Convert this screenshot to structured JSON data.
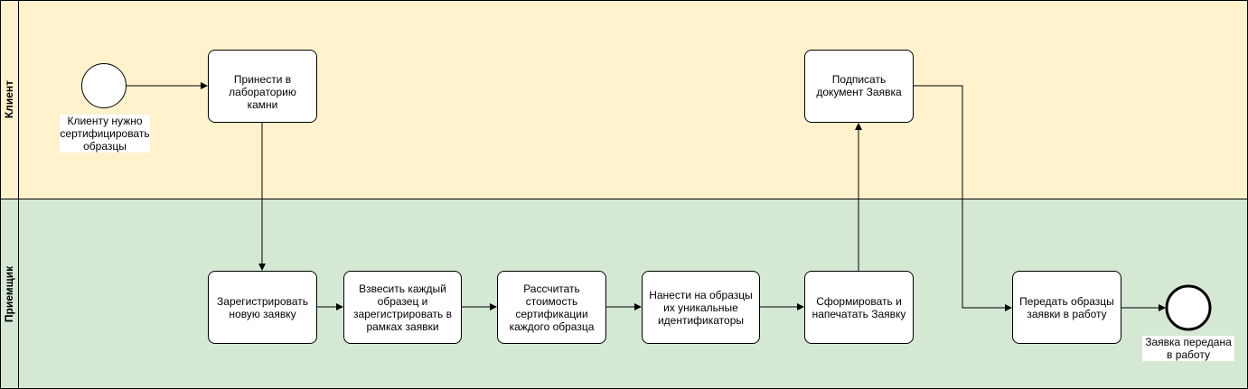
{
  "lanes": {
    "client": {
      "title": "Клиент",
      "color": "#fff2cc"
    },
    "receiver": {
      "title": "Приемщик",
      "color": "#d5e8d4"
    }
  },
  "start_event": {
    "label": "Клиенту нужно сертифицировать образцы"
  },
  "end_event": {
    "label": "Заявка передана в работу"
  },
  "tasks": {
    "bring_stones": "Принести в лабораторию камни",
    "sign_document": "Подписать документ Заявка",
    "register_request": "Зарегистрировать новую заявку",
    "weigh_samples": "Взвесить каждый образец и зарегистрировать в рамках заявки",
    "calculate_cost": "Рассчитать стоимость сертификации каждого образца",
    "apply_ids": "Нанести на образцы их уникальные идентификаторы",
    "form_print": "Сформировать и напечатать Заявку",
    "hand_over": "Передать образцы заявки в работу"
  }
}
